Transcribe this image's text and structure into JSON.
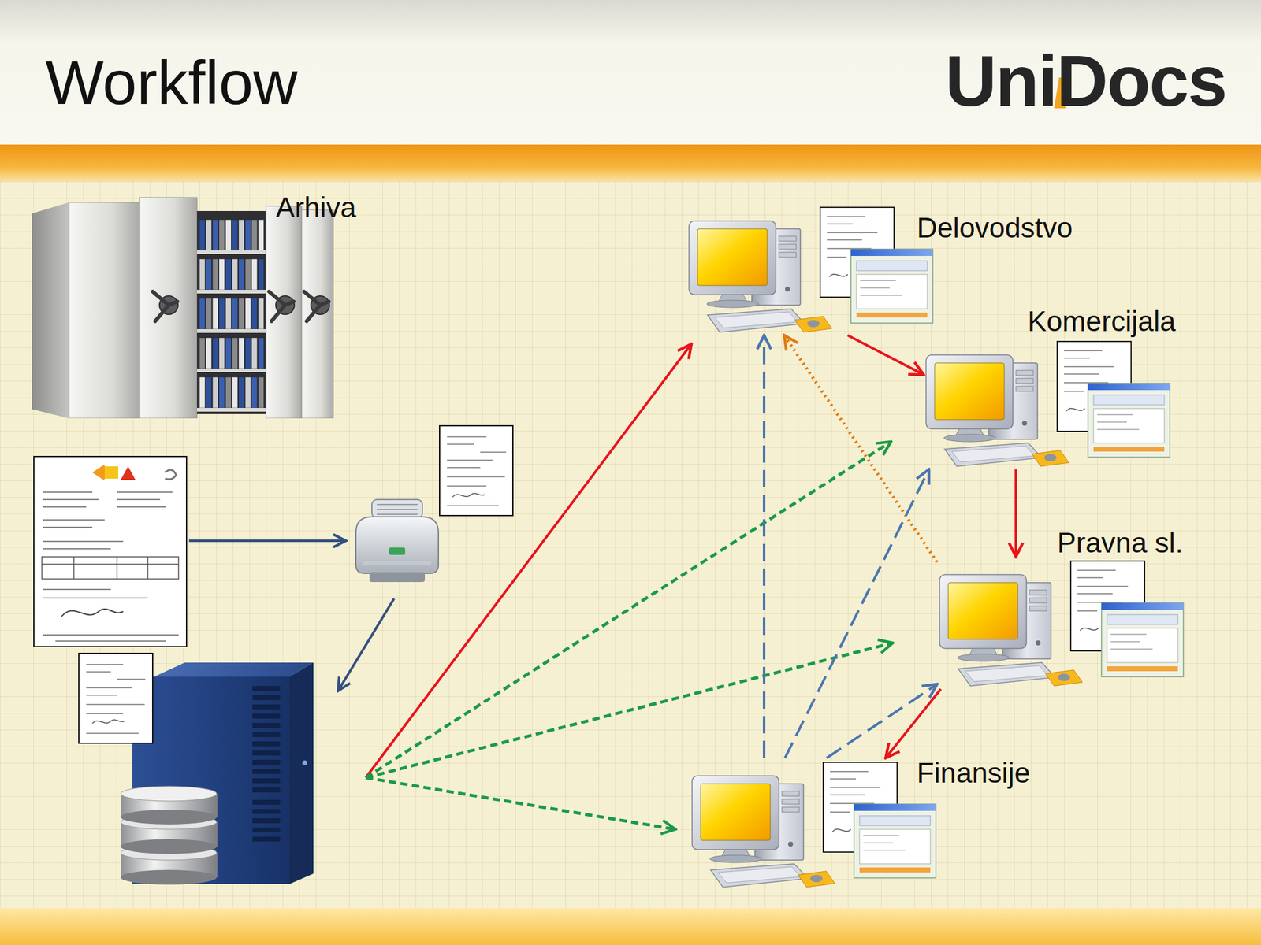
{
  "diagram": {
    "title": "Workflow",
    "nodes": [
      {
        "text": [
          "Arhiva"
        ]
      },
      {
        "text": [
          "Delovodstvo"
        ]
      },
      {
        "text": [
          "Komercijala"
        ]
      },
      {
        "text": [
          "Pravna sl."
        ]
      },
      {
        "text": [
          "Finansije"
        ]
      }
    ],
    "edges": [
      {
        "from": 1,
        "to": 2,
        "arrow": "to"
      },
      {
        "from": 2,
        "to": 3,
        "arrow": "to"
      },
      {
        "from": 3,
        "to": 4,
        "arrow": "to"
      },
      {
        "from": 3,
        "to": 1,
        "arrow": "to"
      },
      {
        "from": 4,
        "to": 1,
        "arrow": "to"
      },
      {
        "from": 4,
        "to": 2,
        "arrow": "to"
      },
      {
        "from": 4,
        "to": 3,
        "arrow": "to"
      }
    ],
    "labels": [
      "UniDocs"
    ]
  }
}
